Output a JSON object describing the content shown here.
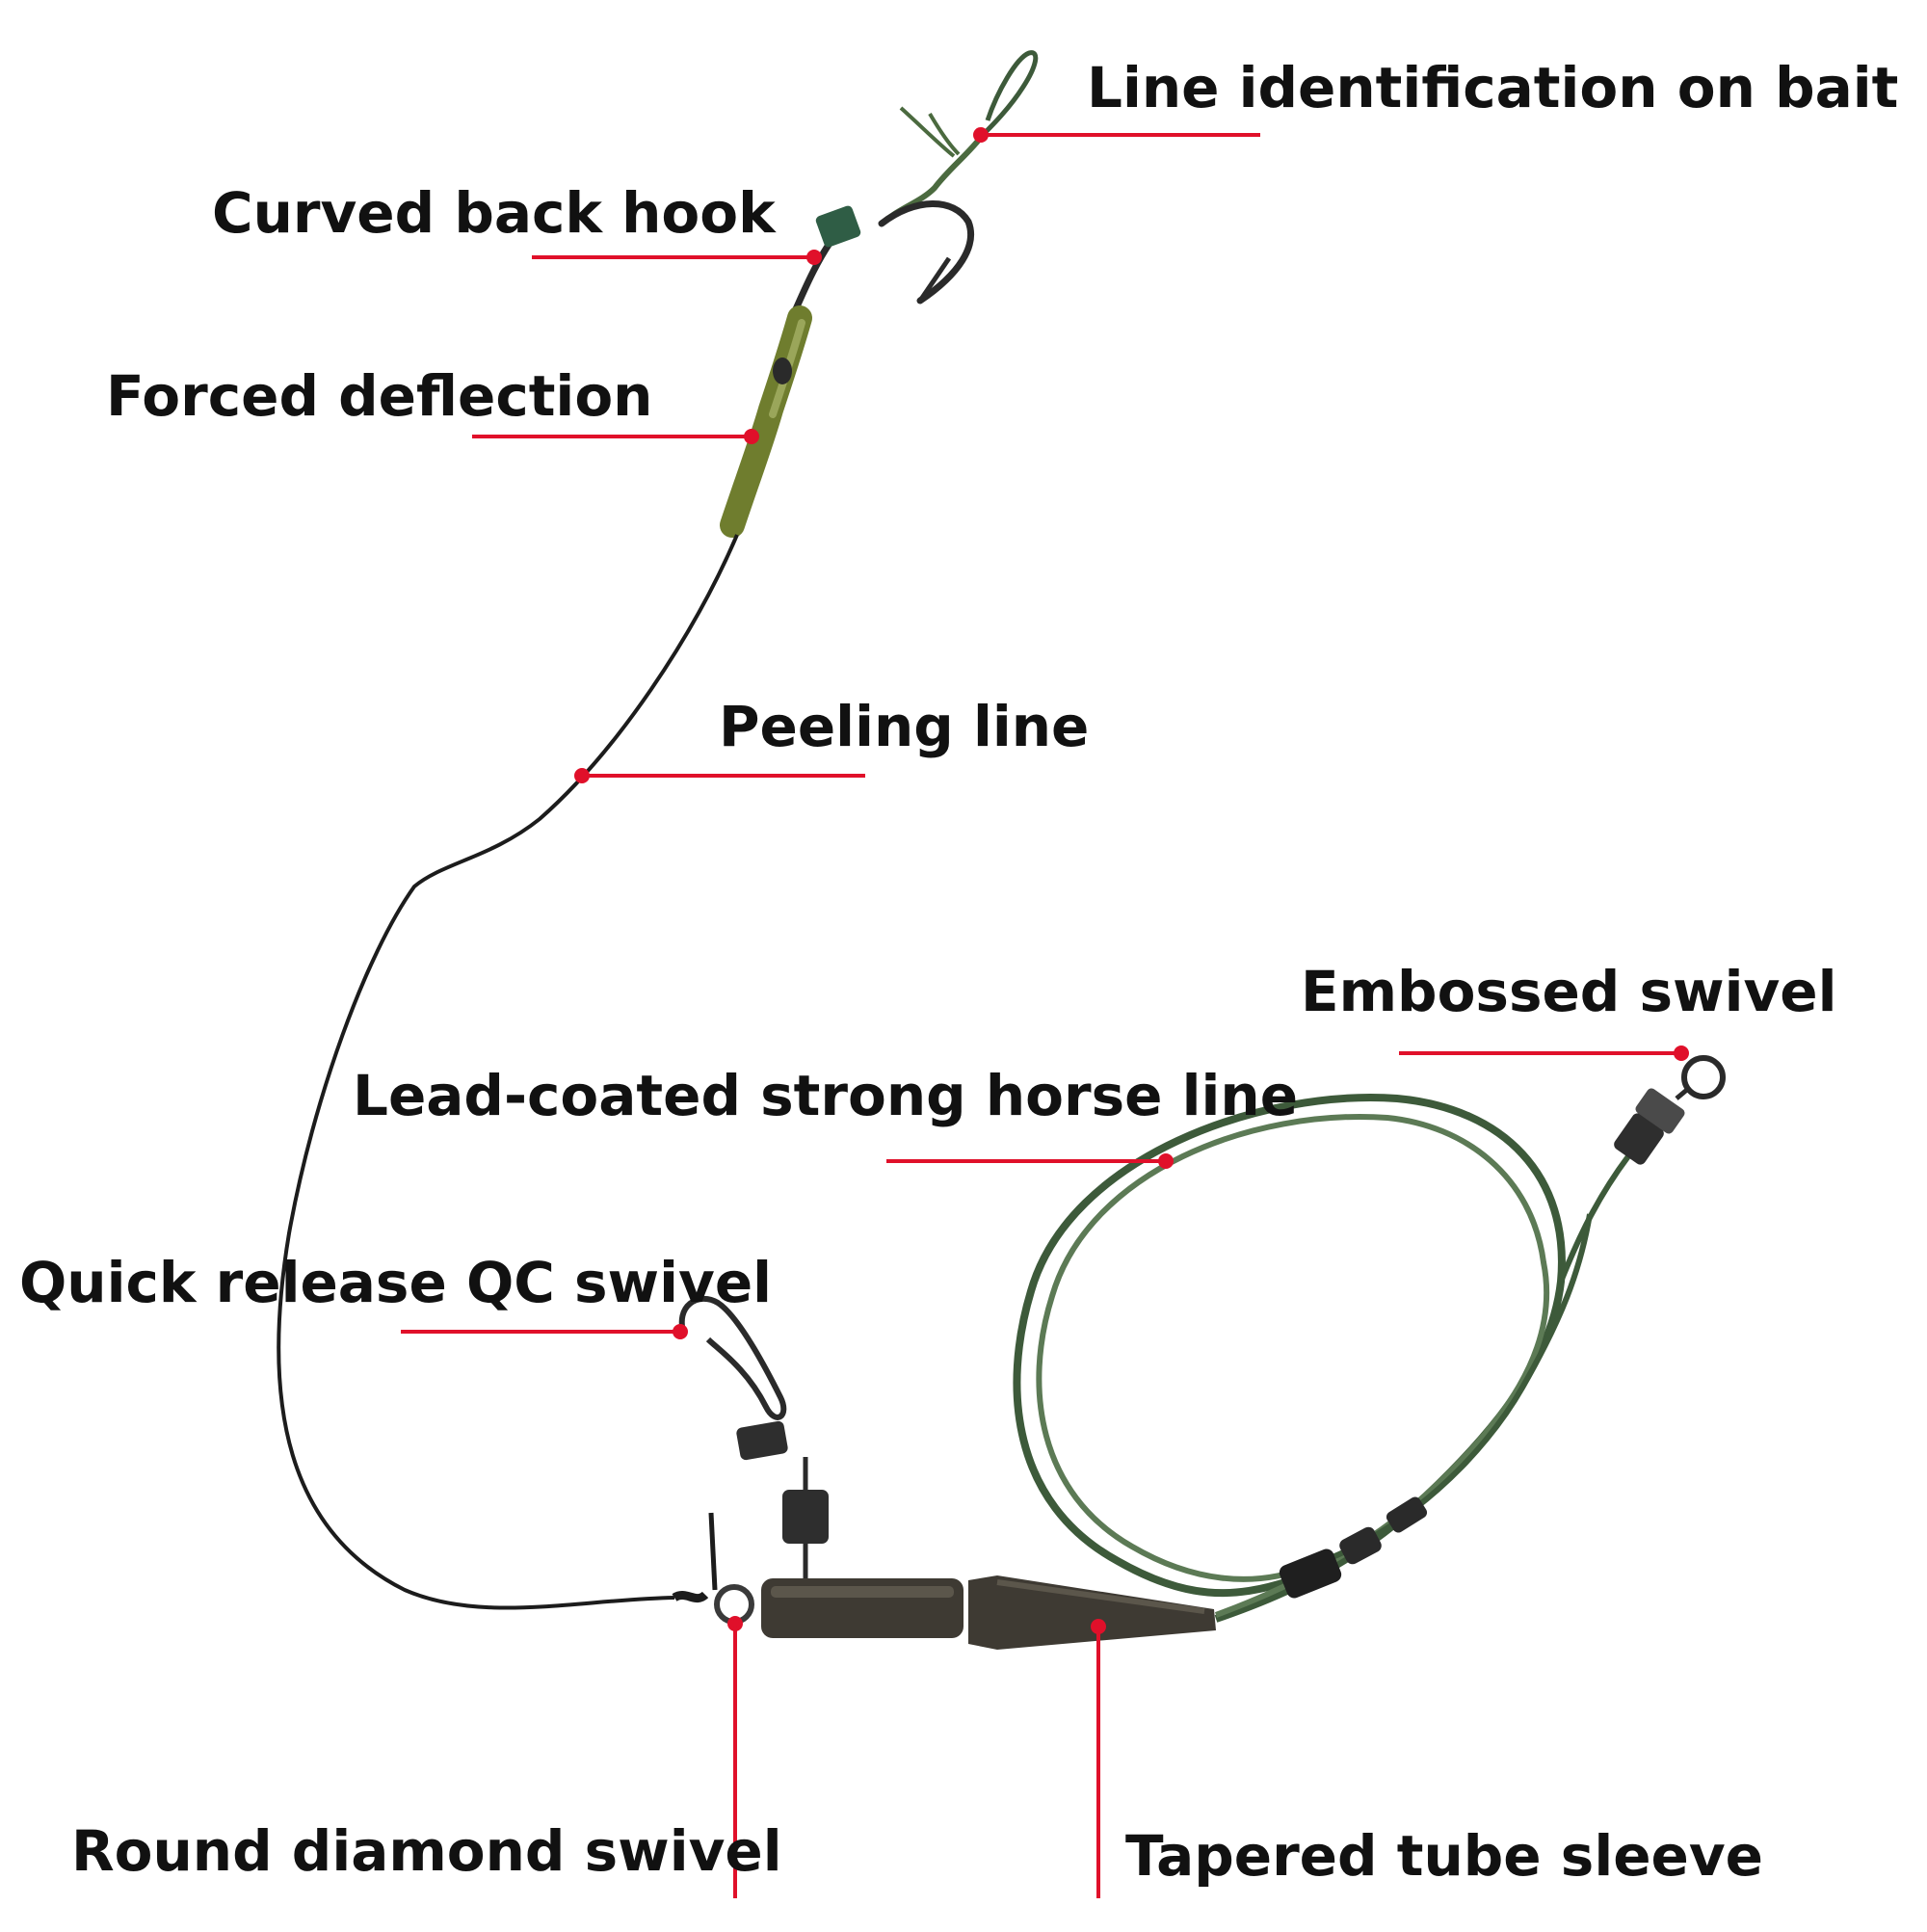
{
  "labels": {
    "line_identification": "Line identification on bait",
    "curved_back_hook": "Curved back hook",
    "forced_deflection": "Forced deflection",
    "peeling_line": "Peeling line",
    "embossed_swivel": "Embossed swivel",
    "lead_coated_line": "Lead-coated strong horse line",
    "quick_release": "Quick release QC swivel",
    "round_diamond": "Round diamond swivel",
    "tapered_sleeve": "Tapered tube sleeve"
  },
  "colors": {
    "leader_line": "#e0102a",
    "mono_line": "#1c1c1c",
    "braid": "#3d5a3a",
    "silicone": "#6f7d2e",
    "hook_metal": "#2a2a2a",
    "lead": "#3e3a33"
  }
}
